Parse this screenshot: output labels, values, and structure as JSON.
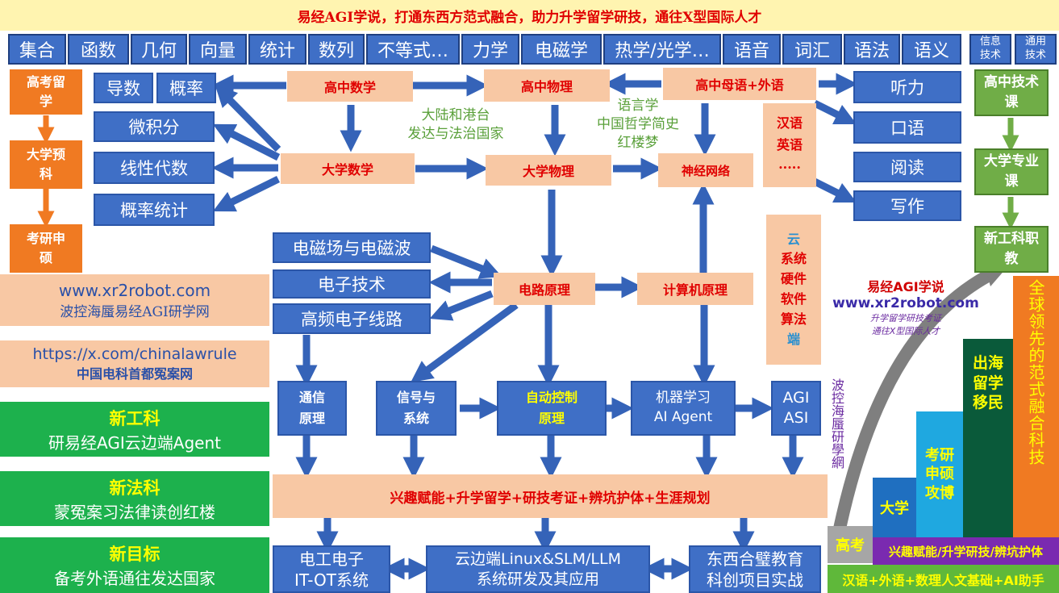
{
  "banner": {
    "text": "易经AGI学说，打通东西方范式融合，助力升学留学研技，通往X型国际人才"
  },
  "tabs": [
    "集合",
    "函数",
    "几何",
    "向量",
    "统计",
    "数列",
    "不等式…",
    "力学",
    "电磁学",
    "热学/光学…",
    "语音",
    "词汇",
    "语法",
    "语义"
  ],
  "tabs_small": [
    {
      "line1": "信息",
      "line2": "技术"
    },
    {
      "line1": "通用",
      "line2": "技术"
    }
  ],
  "left_path": {
    "step1": "高考留学",
    "step2": "大学预科",
    "step3": "考研申硕"
  },
  "math": {
    "derivative": "导数",
    "probability": "概率",
    "calculus": "微积分",
    "linear_algebra": "线性代数",
    "prob_stats": "概率统计"
  },
  "center": {
    "hs_math": "高中数学",
    "hs_physics": "高中物理",
    "hs_lang": "高中母语+外语",
    "uni_math": "大学数学",
    "uni_physics": "大学物理",
    "neural": "神经网络",
    "circuit": "电路原理",
    "computer": "计算机原理"
  },
  "green_notes": {
    "note1": "大陆和港台\n发达与法治国家",
    "note2": "语言学\n中国哲学简史\n红楼梦"
  },
  "lang_box": {
    "line1": "汉语",
    "line2": "英语",
    "line3": "·····"
  },
  "skills": {
    "listening": "听力",
    "speaking": "口语",
    "reading": "阅读",
    "writing": "写作"
  },
  "right_path": {
    "step1": "高中技术课",
    "step2": "大学专业课",
    "step3": "新工科职教"
  },
  "electronics": {
    "em": "电磁场与电磁波",
    "elec": "电子技术",
    "hf": "高频电子线路"
  },
  "cloud": {
    "c1": "云",
    "c2": "系统",
    "c3": "硬件",
    "c4": "软件",
    "c5": "算法",
    "c6": "端"
  },
  "sites": {
    "site1_url": "www.xr2robot.com",
    "site1_name": "波控海蜃易经AGI研学网",
    "site2_url": "https://x.com/chinalawrule",
    "site2_name": "中国电科首都冤案网"
  },
  "new_items": [
    {
      "title": "新工科",
      "text": "研易经AGI云边端Agent"
    },
    {
      "title": "新法科",
      "text": "蒙冤案习法律读创红楼"
    },
    {
      "title": "新目标",
      "text": "备考外语通往发达国家"
    }
  ],
  "row4": {
    "comm": "通信\n原理",
    "signal": "信号与\n系统",
    "auto": "自动控制\n原理",
    "ml": "机器学习\nAI Agent",
    "agi": "AGI\nASI"
  },
  "goal_bar": "兴趣赋能+升学留学+研技考证+辨坑护体+生涯规划",
  "bottom": {
    "it_ot": "电工电子\nIT-OT系统",
    "cloud_edge": "云边端Linux&SLM/LLM\n系统研发及其应用",
    "east_west": "东西合璧教育\n科创项目实战"
  },
  "vertical_text": "波控海蜃研學網",
  "logo": {
    "title": "易经AGI学说",
    "url": "www.xr2robot.com",
    "line1": "升学留学研技考证",
    "line2": "通往X型国际人才"
  },
  "stairs": {
    "gaokao": "高考",
    "daxue": "大学",
    "kaoyan": "考研\n申硕\n攻博",
    "chuhai": "出海\n留学\n移民",
    "global": "全球领先的范式融合科技",
    "base1": "兴趣赋能/升学研技/辨坑护体",
    "base2": "汉语+外语+数理人文基础+AI助手"
  },
  "colors": {
    "blue": "#3f6fc6",
    "peach": "#f8c8a4",
    "red": "#e00000",
    "orange": "#f07a22",
    "green": "#1db14d",
    "arrow": "#3563b8"
  }
}
